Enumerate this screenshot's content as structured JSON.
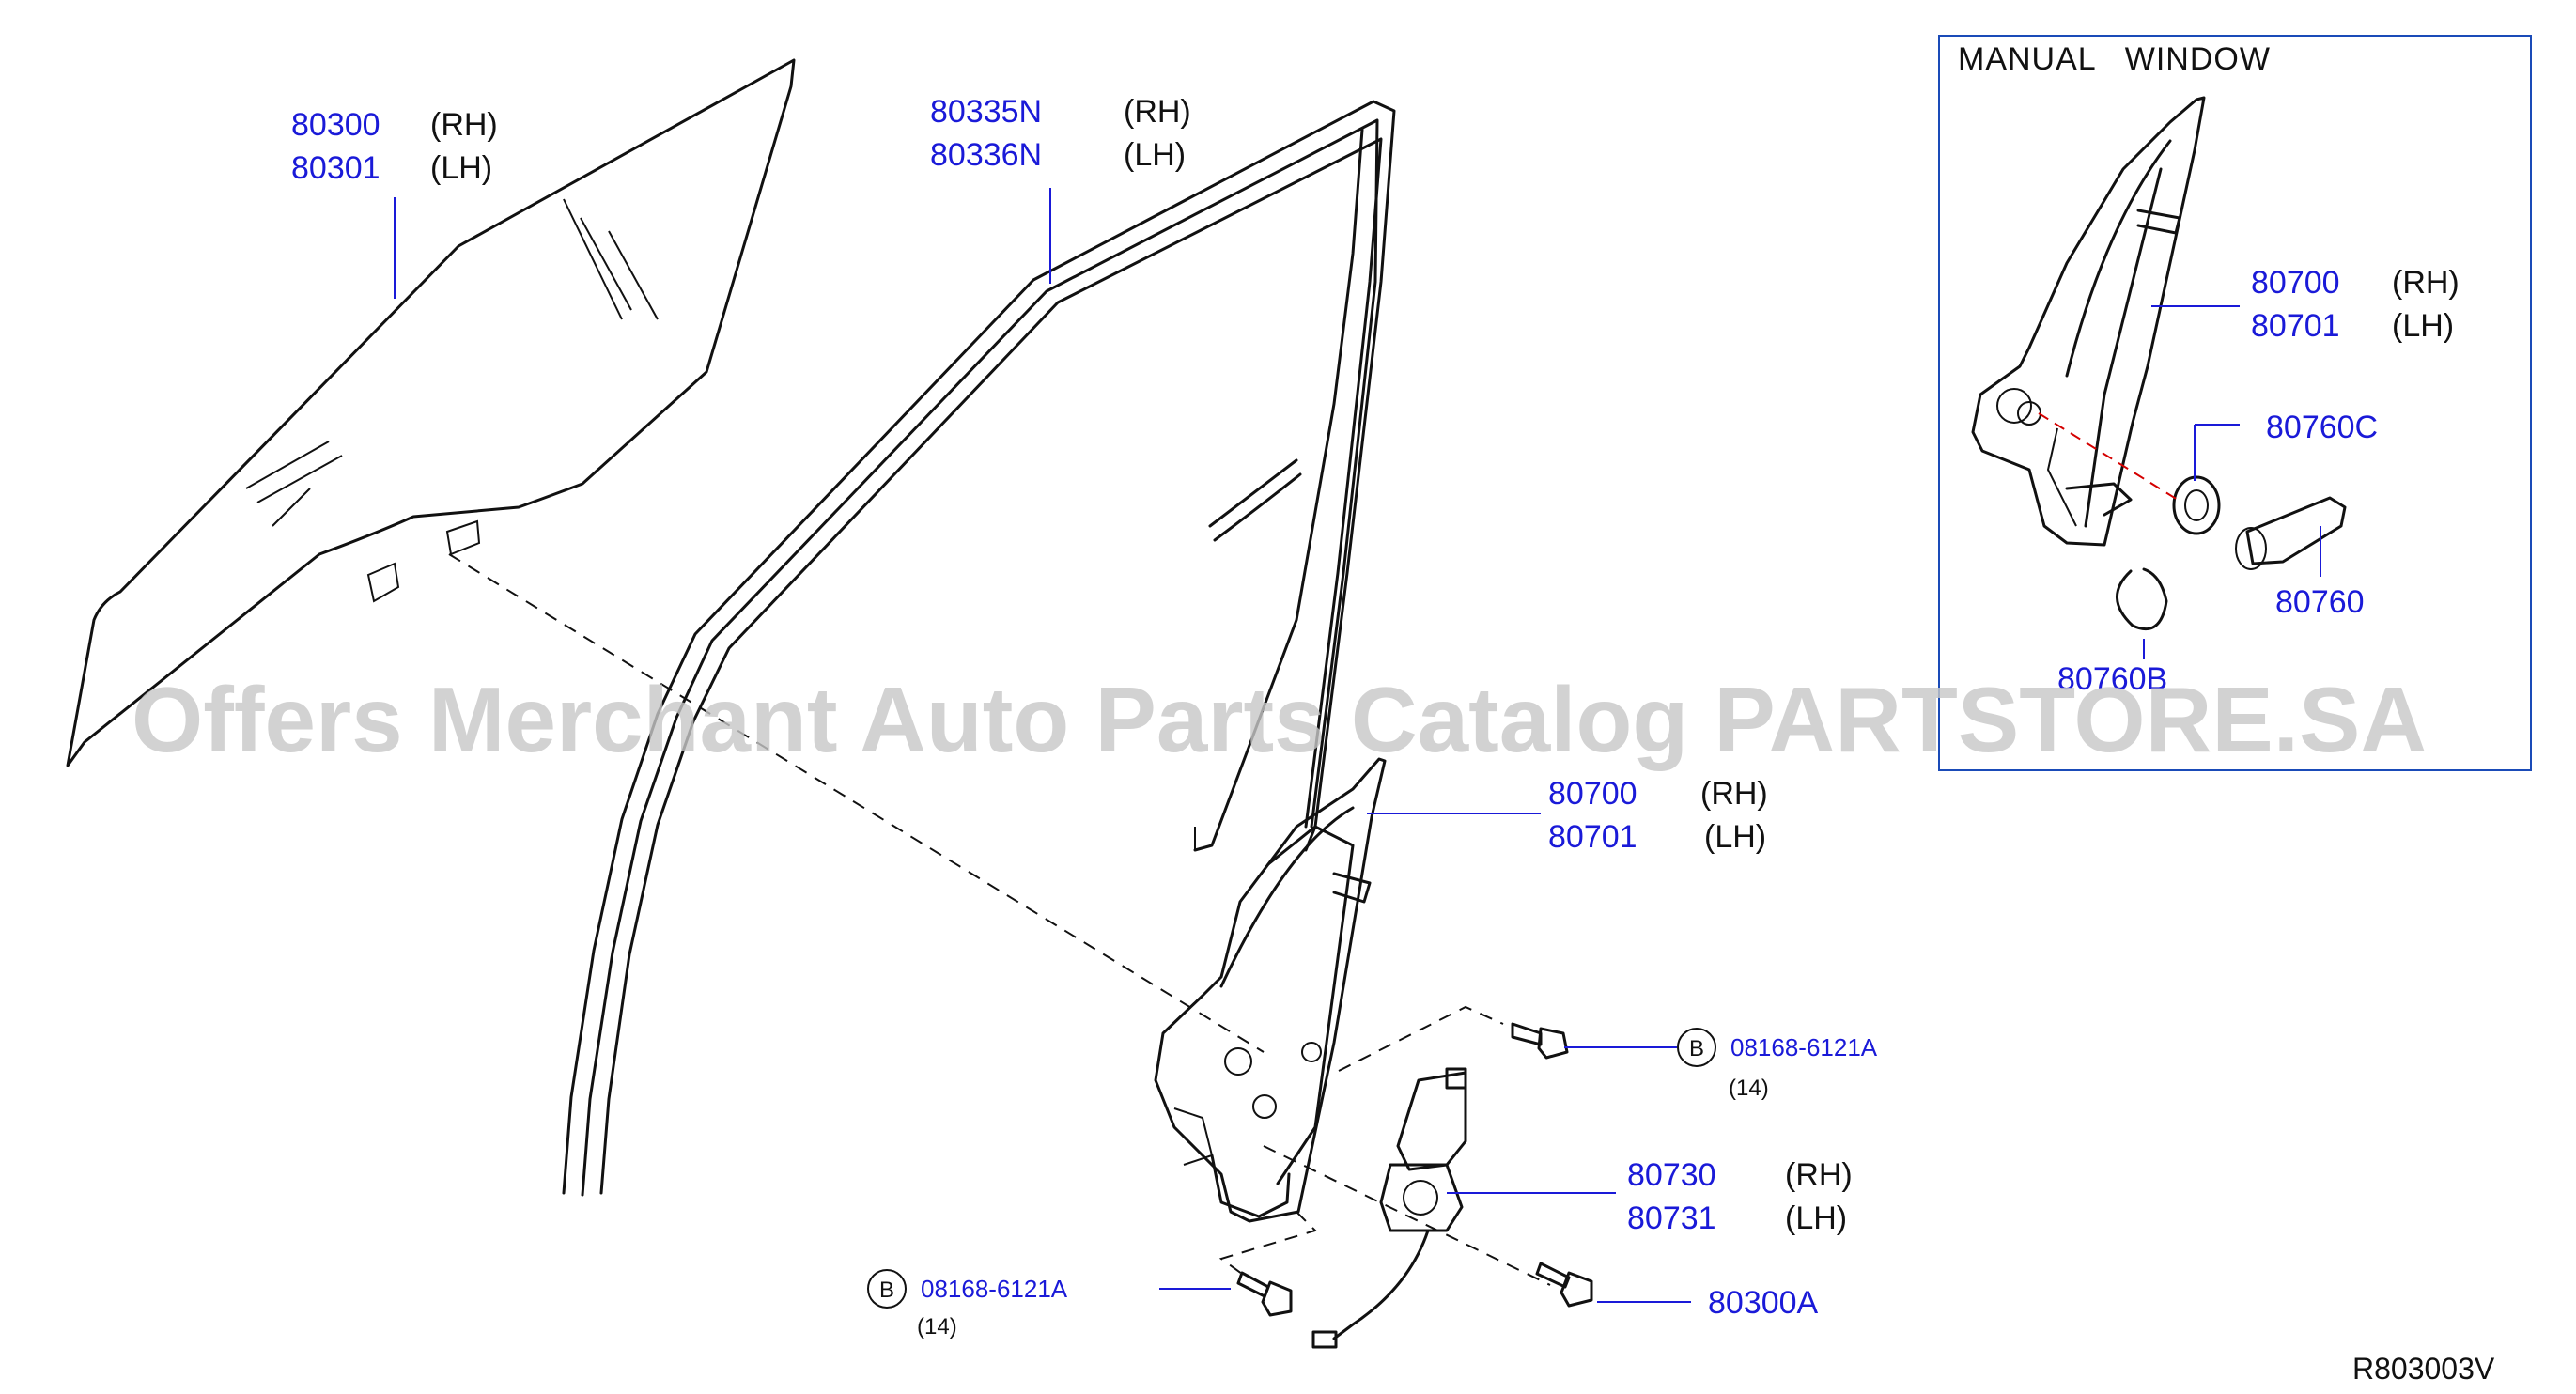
{
  "diagram": {
    "drawing_code": "R803003V",
    "watermark": "Offers Merchant Auto Parts Catalog PARTSTORE.SA",
    "inset": {
      "title": "MANUAL   WINDOW"
    },
    "bolt_symbol": "B",
    "callouts": {
      "glass": {
        "rh_number": "80300",
        "rh_side": "(RH)",
        "lh_number": "80301",
        "lh_side": "(LH)"
      },
      "run_channel": {
        "rh_number": "80335N",
        "rh_side": "(RH)",
        "lh_number": "80336N",
        "lh_side": "(LH)"
      },
      "regulator": {
        "rh_number": "80700",
        "rh_side": "(RH)",
        "lh_number": "80701",
        "lh_side": "(LH)"
      },
      "motor": {
        "rh_number": "80730",
        "rh_side": "(RH)",
        "lh_number": "80731",
        "lh_side": "(LH)"
      },
      "bolt_upper": {
        "part_number": "08168-6121A",
        "qty": "(14)"
      },
      "bolt_lower": {
        "part_number": "08168-6121A",
        "qty": "(14)"
      },
      "glass_bolt": {
        "part_number": "80300A"
      },
      "manual_regulator": {
        "rh_number": "80700",
        "rh_side": "(RH)",
        "lh_number": "80701",
        "lh_side": "(LH)"
      },
      "escutcheon": {
        "part_number": "80760C"
      },
      "handle": {
        "part_number": "80760"
      },
      "clip": {
        "part_number": "80760B"
      }
    }
  }
}
